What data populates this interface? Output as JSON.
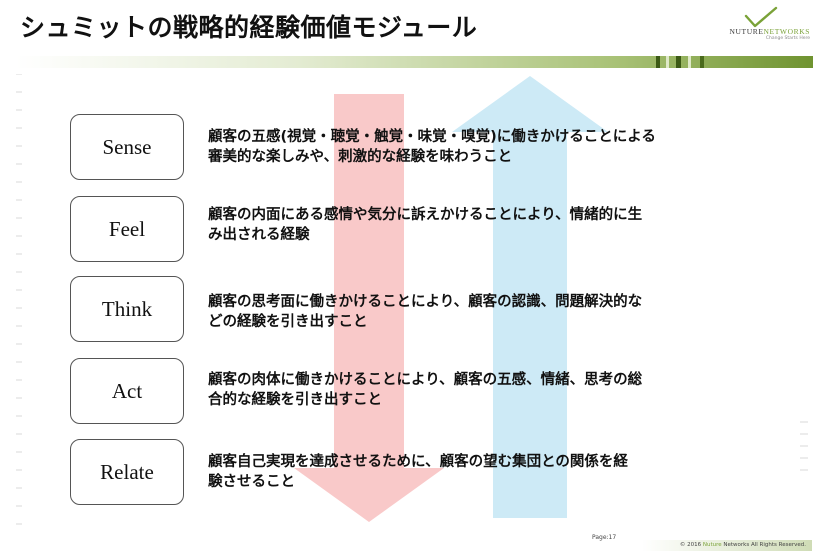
{
  "title": "シュミットの戦略的経験価値モジュール",
  "logo": {
    "brand_main": "NUTURE",
    "brand_accent": "NETWORKS",
    "tagline": "Change Starts Here"
  },
  "modules": [
    {
      "name": "Sense",
      "desc_line1": "顧客の五感(視覚・聴覚・触覚・味覚・嗅覚)に働きかけることによる",
      "desc_line2": "審美的な楽しみや、刺激的な経験を味わうこと"
    },
    {
      "name": "Feel",
      "desc_line1": "顧客の内面にある感情や気分に訴えかけることにより、情緒的に生",
      "desc_line2": "み出される経験"
    },
    {
      "name": "Think",
      "desc_line1": "顧客の思考面に働きかけることにより、顧客の認識、問題解決的な",
      "desc_line2": "どの経験を引き出すこと"
    },
    {
      "name": "Act",
      "desc_line1": "顧客の肉体に働きかけることにより、顧客の五感、情緒、思考の総",
      "desc_line2": "合的な経験を引き出すこと"
    },
    {
      "name": "Relate",
      "desc_line1": "顧客自己実現を達成させるために、顧客の望む集団との関係を経",
      "desc_line2": "験させること"
    }
  ],
  "footer": {
    "page": "Page:17",
    "copyright_prefix": "© 2016 ",
    "copyright_accent": "Nuture",
    "copyright_suffix": " Networks All Rights Reserved."
  },
  "colors": {
    "down_arrow": "#f9c9c9",
    "up_arrow": "#cdeaf6",
    "header_green": "#7fa03e",
    "brand_green": "#7aa238"
  }
}
